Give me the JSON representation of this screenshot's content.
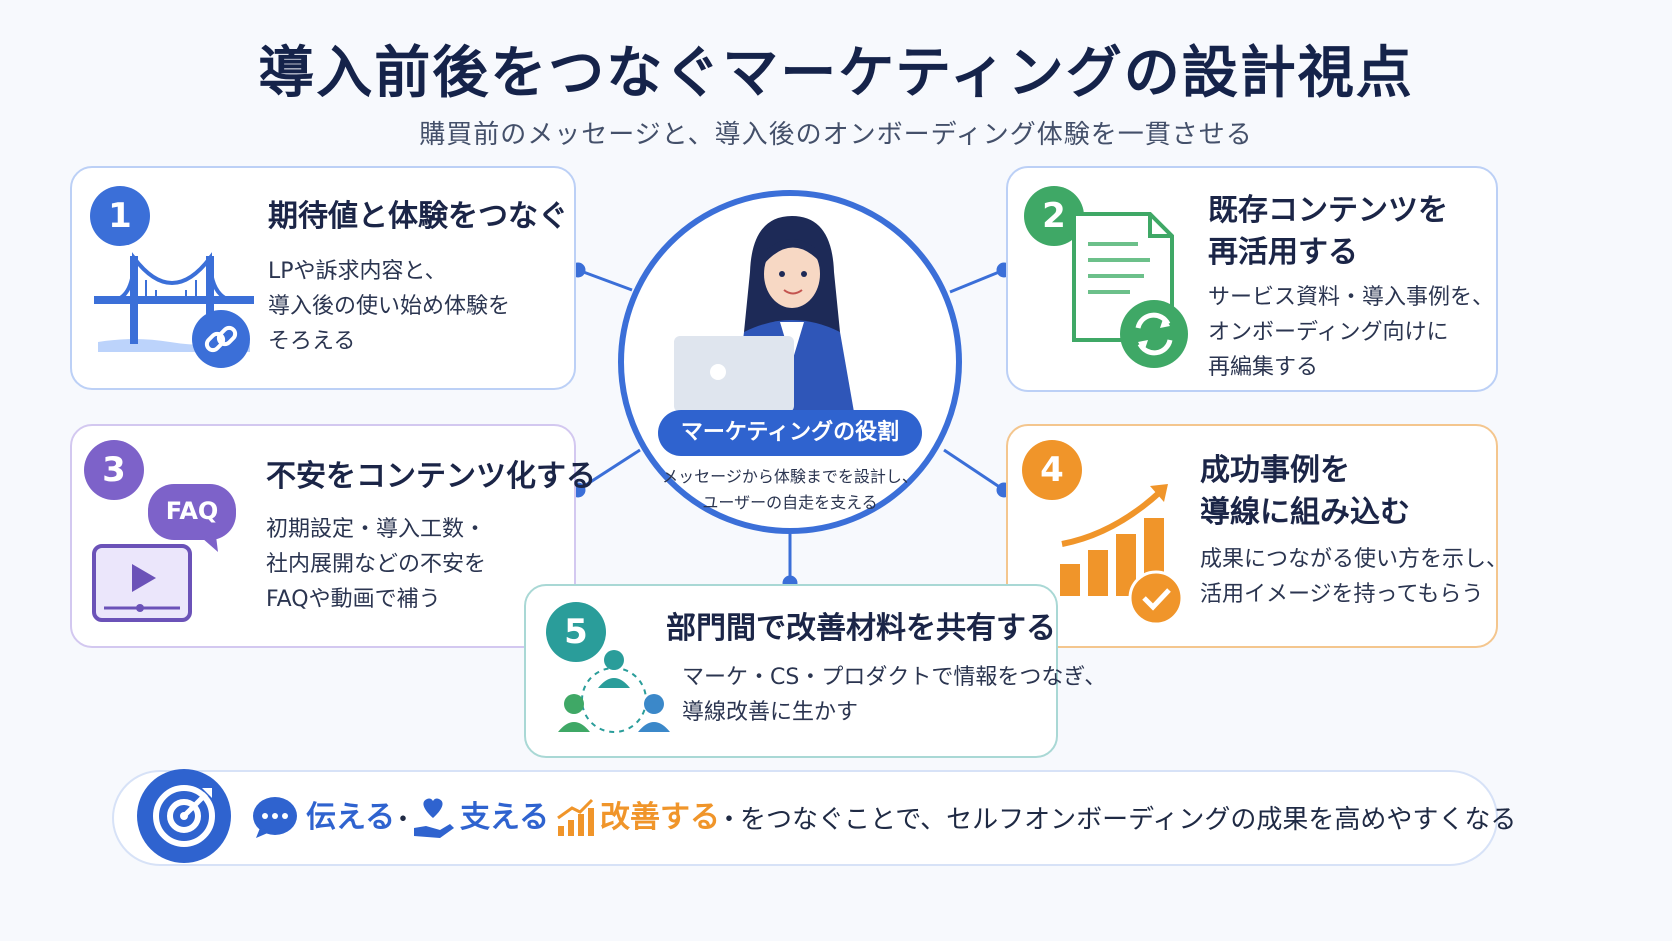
{
  "title": "導入前後をつなぐマーケティングの設計視点",
  "subtitle": "購買前のメッセージと、導入後のオンボーディング体験を一貫させる",
  "center": {
    "role": "マーケティングの役割",
    "desc": [
      "メッセージから体験までを設計し、",
      "ユーザーの自走を支える"
    ]
  },
  "cards": [
    {
      "num": "1",
      "title": [
        "期待値と体験をつなぐ"
      ],
      "desc": [
        "LPや訴求内容と、",
        "導入後の使い始め体験を",
        "そろえる"
      ]
    },
    {
      "num": "2",
      "title": [
        "既存コンテンツを",
        "再活用する"
      ],
      "desc": [
        "サービス資料・導入事例を、",
        "オンボーディング向けに",
        "再編集する"
      ]
    },
    {
      "num": "3",
      "title": [
        "不安をコンテンツ化する"
      ],
      "desc": [
        "初期設定・導入工数・",
        "社内展開などの不安を",
        "FAQや動画で補う"
      ],
      "badge": "FAQ"
    },
    {
      "num": "4",
      "title": [
        "成功事例を",
        "導線に組み込む"
      ],
      "desc": [
        "成果につながる使い方を示し、",
        "活用イメージを持ってもらう"
      ]
    },
    {
      "num": "5",
      "title": [
        "部門間で改善材料を共有する"
      ],
      "desc": [
        "マーケ・CS・プロダクトで情報をつなぎ、",
        "導線改善に生かす"
      ]
    }
  ],
  "bottom": {
    "convey": "伝える",
    "support": "支える",
    "improve": "改善する",
    "sep": "・",
    "rest": "をつなぐことで、セルフオンボーディングの成果を高めやすくなる"
  },
  "colors": {
    "blue": "#3b6fd8",
    "green": "#3fa866",
    "purple": "#7d62c9",
    "orange": "#f0952a",
    "teal": "#2a9d9a",
    "navy": "#15234a"
  }
}
